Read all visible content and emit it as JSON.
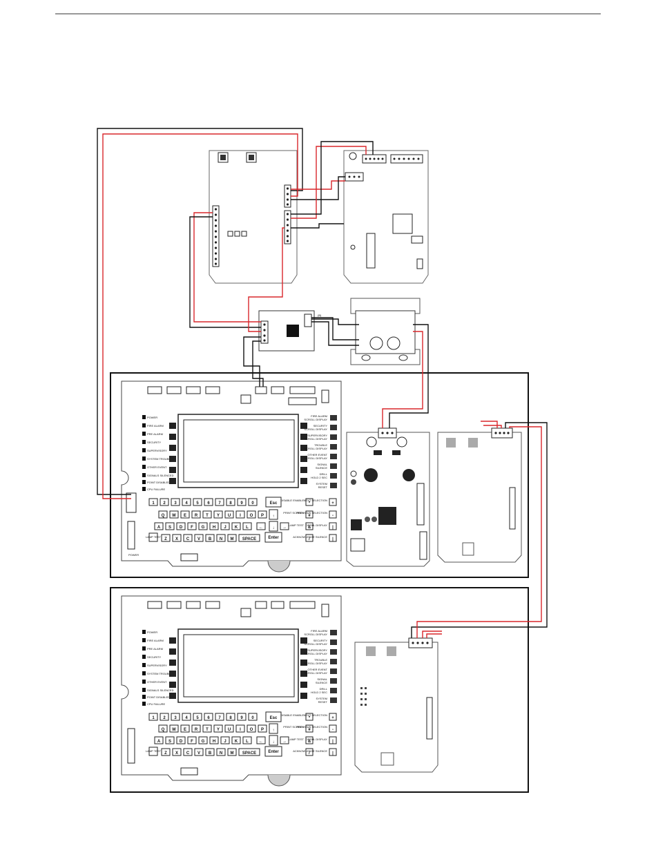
{
  "colors": {
    "wire_red": "#d9262a",
    "wire_black": "#111111",
    "board_outline": "#555555",
    "lcd_fill": "#ffffff"
  },
  "upper_panel": {
    "status_leds": [
      "POWER",
      "FIRE ALARM",
      "PRE ALARM",
      "SECURITY",
      "SUPERVISORY",
      "SYSTEM TROUBLE",
      "OTHER EVENT",
      "SIGNALS SILENCED",
      "POINT DISABLED",
      "CPU FAILURE"
    ],
    "right_buttons": [
      {
        "line1": "FIRE ALARM",
        "line2": "SCROLL DISPLAY"
      },
      {
        "line1": "SECURITY",
        "line2": "SCROLL DISPLAY"
      },
      {
        "line1": "SUPERVISORY",
        "line2": "SCROLL DISPLAY"
      },
      {
        "line1": "TROUBLE",
        "line2": "SCROLL DISPLAY"
      },
      {
        "line1": "OTHER EVENT",
        "line2": "SCROLL DISPLAY"
      },
      {
        "line1": "SIGNAL",
        "line2": "SILENCE"
      },
      {
        "line1": "DRILL",
        "line2": "HOLD 2 SEC"
      },
      {
        "line1": "SYSTEM",
        "line2": "RESET"
      }
    ],
    "keyboard": {
      "row1": [
        "1",
        "2",
        "3",
        "4",
        "5",
        "6",
        "7",
        "8",
        "9",
        "0"
      ],
      "row2": [
        "Q",
        "W",
        "E",
        "R",
        "T",
        "Y",
        "U",
        "I",
        "O",
        "P"
      ],
      "row3": [
        "A",
        "S",
        "D",
        "F",
        "G",
        "H",
        "J",
        "K",
        "L"
      ],
      "row4": [
        "Z",
        "X",
        "C",
        "V",
        "B",
        "N",
        "M"
      ],
      "esc": "Esc",
      "space": "SPACE",
      "enter": "Enter",
      "lamp_test": "LAMP TEST"
    },
    "side_functions": [
      {
        "label": "DISABLE ENABLE",
        "key": "*",
        "extra": "NEXT SELECTION",
        "sym": "+"
      },
      {
        "label": "PRINT SCREEN",
        "key": "#",
        "extra": "PREVIOUS SELECTION",
        "sym": "-"
      },
      {
        "label": "LAMP TEST",
        "key": "&",
        "extra": "DETAIL DISPLAY",
        "sym": "|"
      },
      {
        "label": "",
        "key": "/",
        "extra": "ACKNOWLEDGE SILENCE",
        "sym": "|"
      }
    ]
  },
  "lower_panel": {
    "status_leds": [
      "POWER",
      "FIRE ALARM",
      "PRE ALARM",
      "SECURITY",
      "SUPERVISORY",
      "SYSTEM TROUBLE",
      "OTHER EVENT",
      "SIGNALS SILENCED",
      "POINT DISABLED",
      "CPU FAILURE"
    ],
    "right_buttons": [
      {
        "line1": "FIRE ALARM",
        "line2": "SCROLL DISPLAY"
      },
      {
        "line1": "SECURITY",
        "line2": "SCROLL DISPLAY"
      },
      {
        "line1": "SUPERVISORY",
        "line2": "SCROLL DISPLAY"
      },
      {
        "line1": "TROUBLE",
        "line2": "SCROLL DISPLAY"
      },
      {
        "line1": "OTHER EVENT",
        "line2": "SCROLL DISPLAY"
      },
      {
        "line1": "SIGNAL",
        "line2": "SILENCE"
      },
      {
        "line1": "DRILL",
        "line2": "HOLD 2 SEC"
      },
      {
        "line1": "SYSTEM",
        "line2": "RESET"
      }
    ],
    "keyboard": {
      "row1": [
        "1",
        "2",
        "3",
        "4",
        "5",
        "6",
        "7",
        "8",
        "9",
        "0"
      ],
      "row2": [
        "Q",
        "W",
        "E",
        "R",
        "T",
        "Y",
        "U",
        "I",
        "O",
        "P"
      ],
      "row3": [
        "A",
        "S",
        "D",
        "F",
        "G",
        "H",
        "J",
        "K",
        "L"
      ],
      "row4": [
        "Z",
        "X",
        "C",
        "V",
        "B",
        "N",
        "M"
      ],
      "esc": "Esc",
      "space": "SPACE",
      "enter": "Enter",
      "lamp_test": "LAMP TEST"
    },
    "side_functions": [
      {
        "label": "DISABLE ENABLE",
        "key": "*",
        "extra": "NEXT SELECTION",
        "sym": "+"
      },
      {
        "label": "PRINT SCREEN",
        "key": "#",
        "extra": "PREVIOUS SELECTION",
        "sym": "-"
      },
      {
        "label": "LAMP TEST",
        "key": "&",
        "extra": "DETAIL DISPLAY",
        "sym": "|"
      },
      {
        "label": "",
        "key": "/",
        "extra": "ACKNOWLEDGE SILENCE",
        "sym": "|"
      }
    ]
  },
  "misc": {
    "power_label": "POWER",
    "module_tag": "(B)"
  }
}
